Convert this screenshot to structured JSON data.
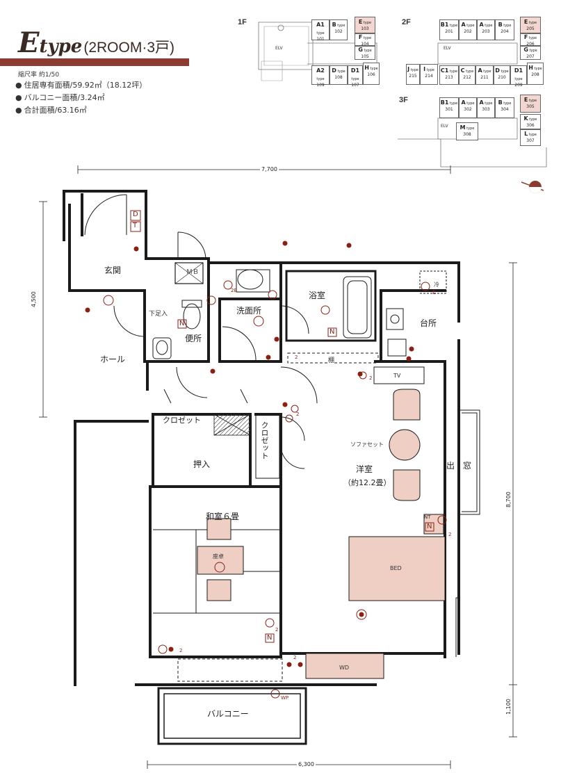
{
  "header": {
    "title_main": "E",
    "title_type": "type",
    "title_suffix": "(2ROOM·3戸)",
    "scale_note": "縮尺率 約1/50",
    "areas": [
      "住居専有面積/59.92㎡（18.12坪）",
      "バルコニー面積/3.24㎡",
      "合計面積/63.16㎡"
    ],
    "accent_color": "#8c3b30",
    "highlight_color": "#f3d6cf"
  },
  "key_plans": {
    "floor_1": {
      "label": "1F",
      "elv": "ELV",
      "units": [
        {
          "type": "A1",
          "no": "101",
          "hl": false
        },
        {
          "type": "B",
          "no": "102",
          "hl": false
        },
        {
          "type": "E",
          "no": "103",
          "hl": true
        },
        {
          "type": "F",
          "no": "104",
          "hl": false
        },
        {
          "type": "G",
          "no": "105",
          "hl": false
        },
        {
          "type": "A2",
          "no": "109",
          "hl": false
        },
        {
          "type": "D",
          "no": "108",
          "hl": false
        },
        {
          "type": "D1",
          "no": "107",
          "hl": false
        },
        {
          "type": "H",
          "no": "106",
          "hl": false
        }
      ]
    },
    "floor_2": {
      "label": "2F",
      "elv": "ELV",
      "units": [
        {
          "type": "B1",
          "no": "201",
          "hl": false
        },
        {
          "type": "A",
          "no": "202",
          "hl": false
        },
        {
          "type": "A",
          "no": "203",
          "hl": false
        },
        {
          "type": "B",
          "no": "204",
          "hl": false
        },
        {
          "type": "E",
          "no": "205",
          "hl": true
        },
        {
          "type": "F",
          "no": "206",
          "hl": false
        },
        {
          "type": "G",
          "no": "207",
          "hl": false
        },
        {
          "type": "J",
          "no": "215",
          "hl": false
        },
        {
          "type": "I",
          "no": "214",
          "hl": false
        },
        {
          "type": "C1",
          "no": "213",
          "hl": false
        },
        {
          "type": "C",
          "no": "212",
          "hl": false
        },
        {
          "type": "A",
          "no": "211",
          "hl": false
        },
        {
          "type": "D",
          "no": "210",
          "hl": false
        },
        {
          "type": "D1",
          "no": "209",
          "hl": false
        },
        {
          "type": "H",
          "no": "208",
          "hl": false
        }
      ]
    },
    "floor_3": {
      "label": "3F",
      "elv": "ELV",
      "units": [
        {
          "type": "B1",
          "no": "301",
          "hl": false
        },
        {
          "type": "A",
          "no": "302",
          "hl": false
        },
        {
          "type": "A",
          "no": "303",
          "hl": false
        },
        {
          "type": "B",
          "no": "304",
          "hl": false
        },
        {
          "type": "E",
          "no": "305",
          "hl": true
        },
        {
          "type": "M",
          "no": "308",
          "hl": false
        },
        {
          "type": "K",
          "no": "306",
          "hl": false
        },
        {
          "type": "L",
          "no": "307",
          "hl": false
        }
      ]
    },
    "type_word": "type"
  },
  "plan": {
    "rooms": {
      "genkan": "玄関",
      "hall": "ホール",
      "mb": "ＭＢ",
      "shimo_soku": "下足入",
      "benjo": "便所",
      "senmenjo": "洗面所",
      "yokushitsu": "浴室",
      "daidokoro": "台所",
      "tana": "棚",
      "closet_h": "クロゼット",
      "closet_v": "クロゼット",
      "oshiire": "押入",
      "washitsu": "和室６畳",
      "zataku": "座卓",
      "yoshitsu": "洋室",
      "yoshitsu_size": "（約12.2畳）",
      "sofa_set": "ソファセット",
      "demado": "出　窓",
      "bed": "BED",
      "wd": "WD",
      "tv": "TV",
      "balcony": "バルコニー"
    },
    "symbols": {
      "d": "D",
      "t": "T",
      "n": "N",
      "nt": "NT",
      "e": "E",
      "rei": "冷",
      "wp": "WP",
      "num_2": "2",
      "num_2e": "2E"
    },
    "dimensions": {
      "top": "7,700",
      "bottom": "6,300",
      "left": "4,500",
      "right_upper": "8,700",
      "right_lower": "1,100"
    },
    "wall_color": "#1a1a1a",
    "furniture_fill": "#efcfc4",
    "outlet_color": "#8a1f14"
  }
}
